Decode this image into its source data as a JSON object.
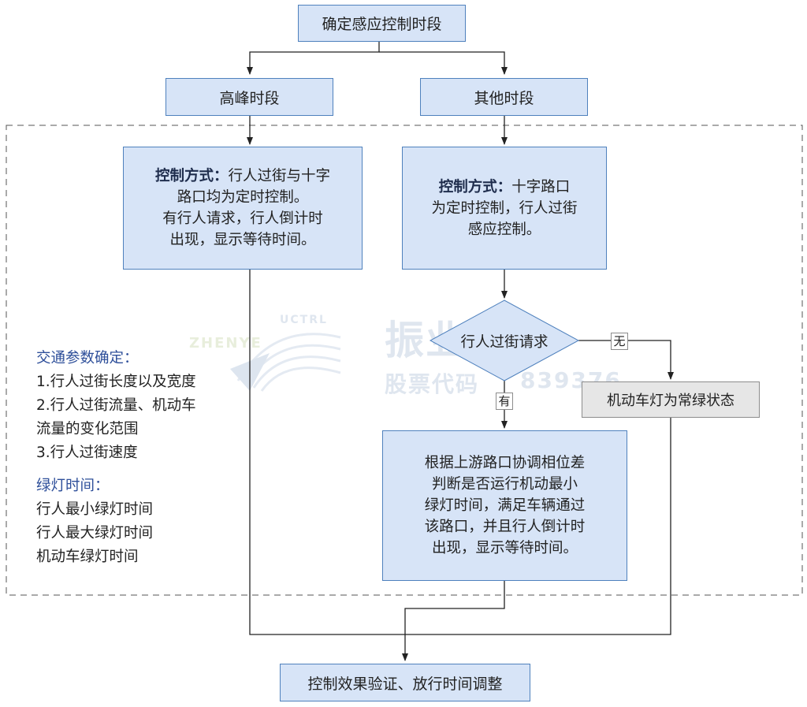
{
  "nodes": {
    "start": "确定感应控制时段",
    "peak": "高峰时段",
    "other": "其他时段",
    "peak_method": {
      "label": "控制方式：",
      "lines": [
        "行人过街与十字",
        "路口均为定时控制。",
        "有行人请求，行人倒计时",
        "出现，显示等待时间。"
      ]
    },
    "other_method": {
      "label": "控制方式：",
      "lines": [
        "十字路口",
        "为定时控制，行人过街",
        "感应控制。"
      ]
    },
    "decision": "行人过街请求",
    "no_label": "无",
    "yes_label": "有",
    "green_state": "机动车灯为常绿状态",
    "action": [
      "根据上游路口协调相位差",
      "判断是否运行机动最小",
      "绿灯时间，满足车辆通过",
      "该路口，并且行人倒计时",
      "出现，显示等待时间。"
    ],
    "end": "控制效果验证、放行时间调整"
  },
  "params": {
    "traffic_title": "交通参数确定：",
    "traffic_items": [
      "1.行人过街长度以及宽度",
      "2.行人过街流量、机动车",
      "流量的变化范围",
      "3.行人过街速度"
    ],
    "green_title": "绿灯时间：",
    "green_items": [
      "行人最小绿灯时间",
      "行人最大绿灯时间",
      "机动车绿灯时间"
    ]
  },
  "watermark": {
    "logo_text": "ZHENYE",
    "logo_arc": "UCTRL",
    "company": "振业科控",
    "stock_label": "股票代码",
    "stock_code": "839376"
  },
  "colors": {
    "box_fill": "#d7e4f7",
    "box_border": "#4f81bd",
    "gray_fill": "#e6e6e6",
    "param_heading": "#2e4f9a"
  }
}
